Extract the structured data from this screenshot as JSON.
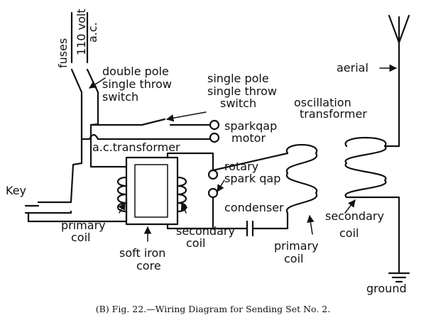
{
  "labels": {
    "fuses": "fuses",
    "volt": "110 volt",
    "ac": "a.c.",
    "dpst_1": "double pole",
    "dpst_2": "single throw",
    "dpst_3": "switch",
    "spst_1": "single pole",
    "spst_2": "single throw",
    "spst_3": "switch",
    "motor_1": "sparkqap",
    "motor_2": "motor",
    "osc_1": "oscillation",
    "osc_2": "transformer",
    "aerial": "aerial",
    "ac_transformer": "a.c.transformer",
    "rotary_1": "rotary",
    "rotary_2": "spark qap",
    "condenser": "condenser",
    "key": "Key",
    "primary_left_1": "primary",
    "primary_left_2": "coil",
    "secondary_left_1": "secondary",
    "secondary_left_2": "coil",
    "core_1": "soft iron",
    "core_2": "core",
    "primary_right_1": "primary",
    "primary_right_2": "coil",
    "secondary_right_1": "secondary",
    "secondary_right_2": "coil",
    "ground": "ground"
  },
  "caption": "(B) Fig. 22.—Wiring Diagram for Sending Set No. 2."
}
